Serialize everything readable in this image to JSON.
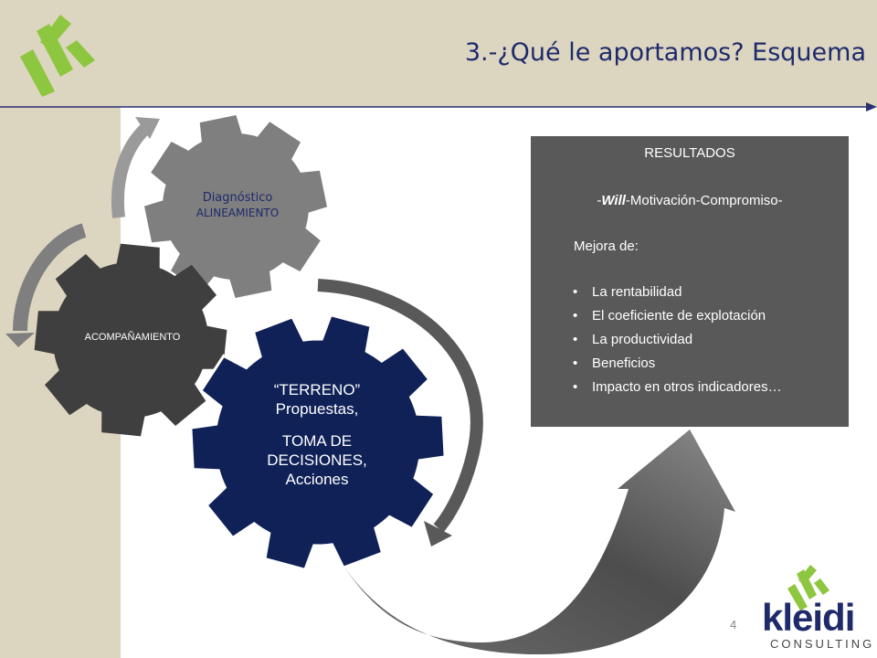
{
  "title": "3.-¿Qué le aportamos? Esquema",
  "gears": {
    "diagnostico": {
      "line1": "Diagnóstico",
      "line2": "ALINEAMIENTO"
    },
    "acompanamiento": {
      "label": "ACOMPAÑAMIENTO"
    },
    "terreno": {
      "line1": "“TERRENO”",
      "line2": "Propuestas,",
      "line3": "TOMA DE",
      "line4": "DECISIONES,",
      "line5": "Acciones"
    }
  },
  "results": {
    "heading": "RESULTADOS",
    "subtitle_pre": "-",
    "subtitle_will": "Will",
    "subtitle_post": "-Motivación-Compromiso-",
    "mejora": "Mejora de:",
    "items": [
      "La rentabilidad",
      "El coeficiente de explotación",
      "La productividad",
      "Beneficios",
      "Impacto en otros indicadores…"
    ]
  },
  "page_number": "4",
  "brand": {
    "name": "kleidi",
    "tagline": "CONSULTING"
  },
  "colors": {
    "beige": "#dcd6c1",
    "navy": "#0f2157",
    "title_blue": "#1f2a6b",
    "dark_gear": "#3f3f3f",
    "light_gear": "#808080",
    "results_box": "#595959",
    "logo_green": "#8dc63f"
  }
}
